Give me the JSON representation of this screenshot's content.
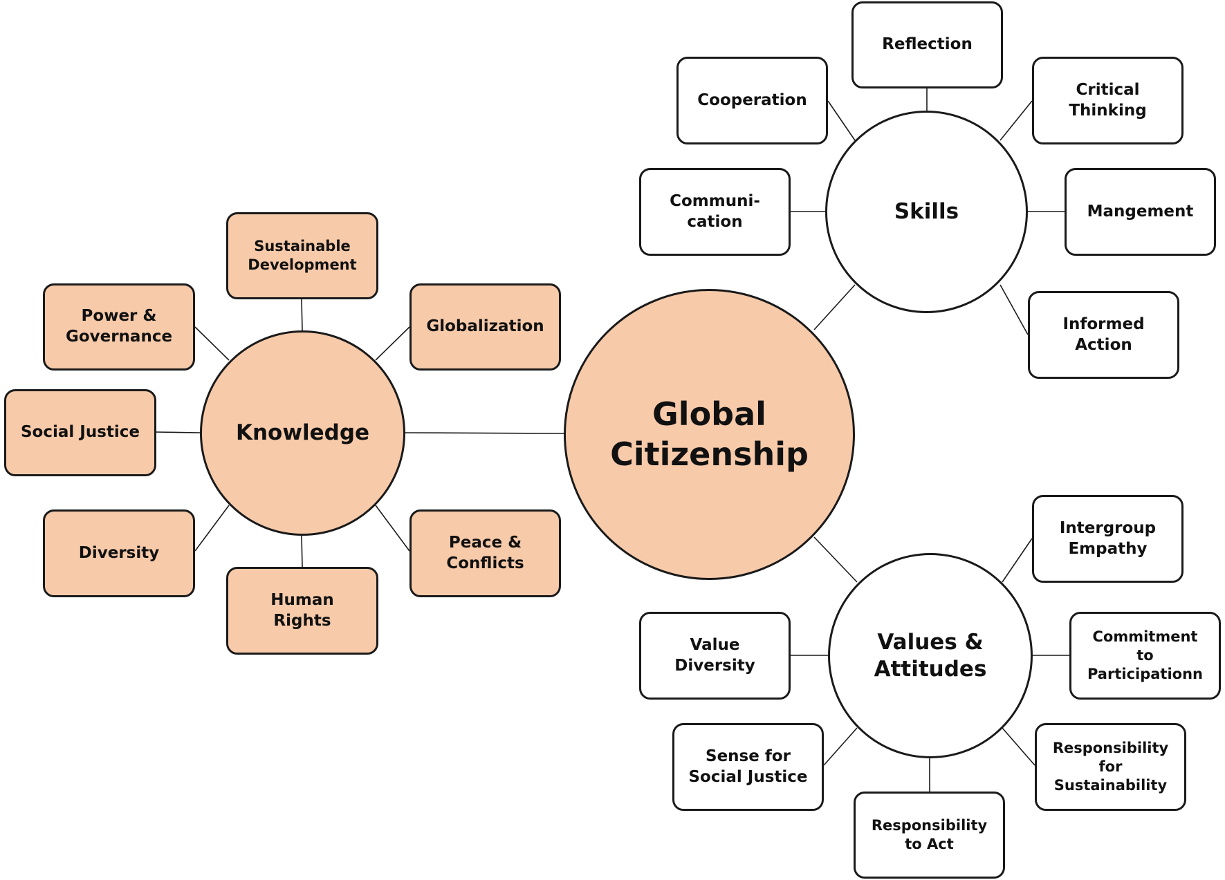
{
  "colors": {
    "shaded_fill": "#f7caaa",
    "plain_fill": "#ffffff",
    "stroke": "#1a1a1a"
  },
  "center": {
    "label": "Global\nCitizenship"
  },
  "hubs": {
    "knowledge": "Knowledge",
    "skills": "Skills",
    "values": "Values &\nAttitudes"
  },
  "knowledge_items": {
    "sustainable_development": "Sustainable\nDevelopment",
    "globalization": "Globalization",
    "power_governance": "Power &\nGovernance",
    "social_justice": "Social Justice",
    "diversity": "Diversity",
    "human_rights": "Human\nRights",
    "peace_conflicts": "Peace &\nConflicts"
  },
  "skills_items": {
    "reflection": "Reflection",
    "cooperation": "Cooperation",
    "critical_thinking": "Critical\nThinking",
    "communication": "Communi-\ncation",
    "mangement": "Mangement",
    "informed_action": "Informed\nAction"
  },
  "values_items": {
    "intergroup_empathy": "Intergroup\nEmpathy",
    "value_diversity": "Value\nDiversity",
    "commitment": "Commitment\nto\nParticipationn",
    "sense_social_justice": "Sense for\nSocial Justice",
    "responsibility_sustainability": "Responsibility\nfor\nSustainability",
    "responsibility_act": "Responsibility\nto Act"
  }
}
